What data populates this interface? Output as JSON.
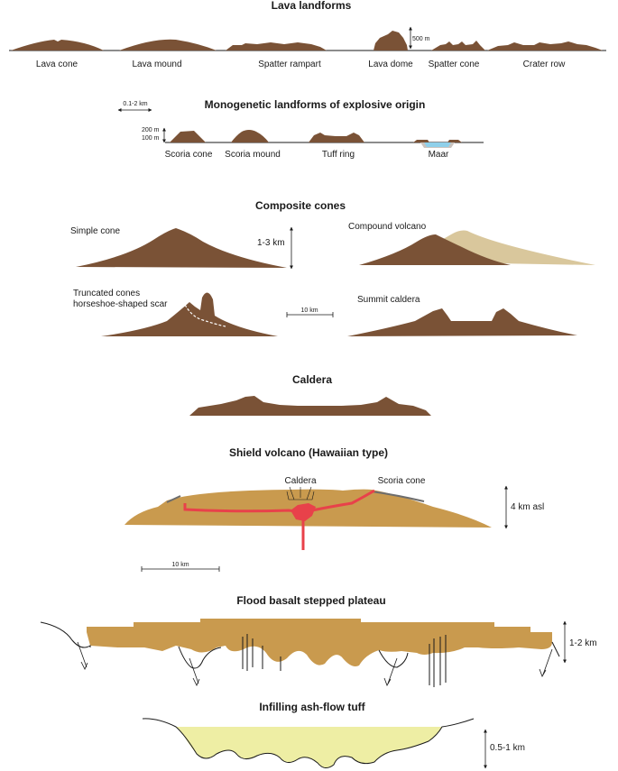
{
  "colors": {
    "brown": "#7a5236",
    "tan": "#c99a4e",
    "beige": "#d9c79c",
    "red": "#e8414a",
    "yellow": "#eeeea4",
    "water": "#8fd0ea",
    "gray": "#c9c3bf"
  },
  "lava": {
    "title": "Lava landforms",
    "scale": "500 m",
    "labels": [
      "Lava cone",
      "Lava mound",
      "Spatter rampart",
      "Lava dome",
      "Spatter cone",
      "Crater row"
    ]
  },
  "mono": {
    "title": "Monogenetic landforms of explosive origin",
    "width_scale": "0.1-2 km",
    "h200": "200 m",
    "h100": "100 m",
    "labels": [
      "Scoria cone",
      "Scoria mound",
      "Tuff ring",
      "Maar"
    ]
  },
  "composite": {
    "title": "Composite cones",
    "simple": "Simple cone",
    "compound": "Compound volcano",
    "height": "1-3 km",
    "truncated": "Truncated cones horseshoe-shaped scar",
    "scale": "10 km",
    "summit": "Summit caldera"
  },
  "caldera": {
    "title": "Caldera"
  },
  "shield": {
    "title": "Shield volcano (Hawaiian type)",
    "caldera": "Caldera",
    "scoria": "Scoria cone",
    "height": "4 km asl",
    "scale": "10 km"
  },
  "flood": {
    "title": "Flood basalt stepped plateau",
    "height": "1-2 km"
  },
  "tuff": {
    "title": "Infilling ash-flow tuff",
    "height": "0.5-1 km"
  }
}
